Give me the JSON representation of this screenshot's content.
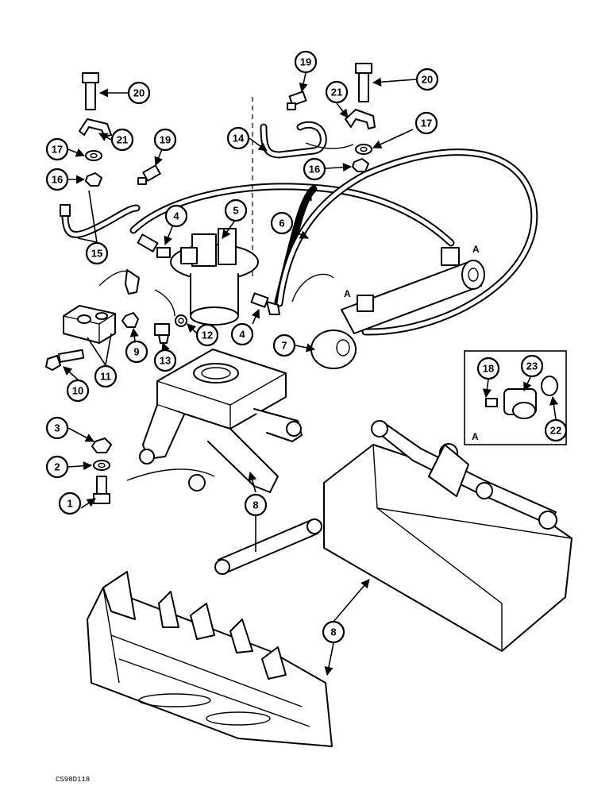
{
  "drawing_code": "CS98D118",
  "connector_label": "A",
  "callouts": [
    "1",
    "2",
    "3",
    "4",
    "5",
    "6",
    "7",
    "8",
    "9",
    "10",
    "11",
    "12",
    "13",
    "14",
    "15",
    "16",
    "17",
    "18",
    "19",
    "20",
    "21",
    "22",
    "23"
  ]
}
